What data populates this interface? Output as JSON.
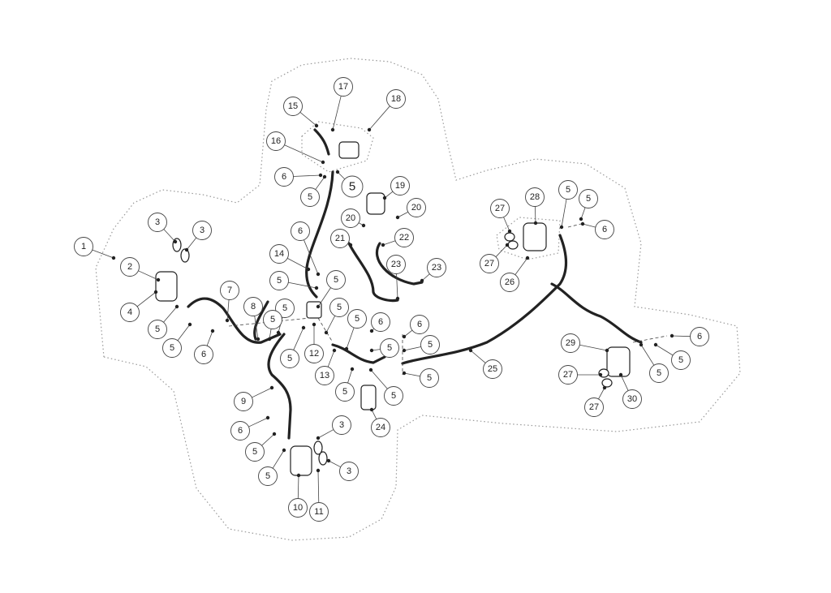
{
  "diagram": {
    "type": "exploded parts diagram - brake system",
    "callouts": [
      "1",
      "2",
      "3",
      "3",
      "4",
      "5",
      "5",
      "6",
      "7",
      "8",
      "5",
      "5",
      "5",
      "6",
      "14",
      "5",
      "5",
      "5",
      "12",
      "5",
      "13",
      "5",
      "5",
      "5",
      "6",
      "6",
      "5",
      "5",
      "24",
      "25",
      "9",
      "6",
      "5",
      "5",
      "3",
      "3",
      "10",
      "11",
      "15",
      "17",
      "18",
      "16",
      "6",
      "5",
      "5",
      "19",
      "20",
      "20",
      "21",
      "22",
      "23",
      "23",
      "27",
      "28",
      "5",
      "5",
      "6",
      "27",
      "26",
      "29",
      "6",
      "5",
      "5",
      "27",
      "27",
      "30"
    ]
  }
}
